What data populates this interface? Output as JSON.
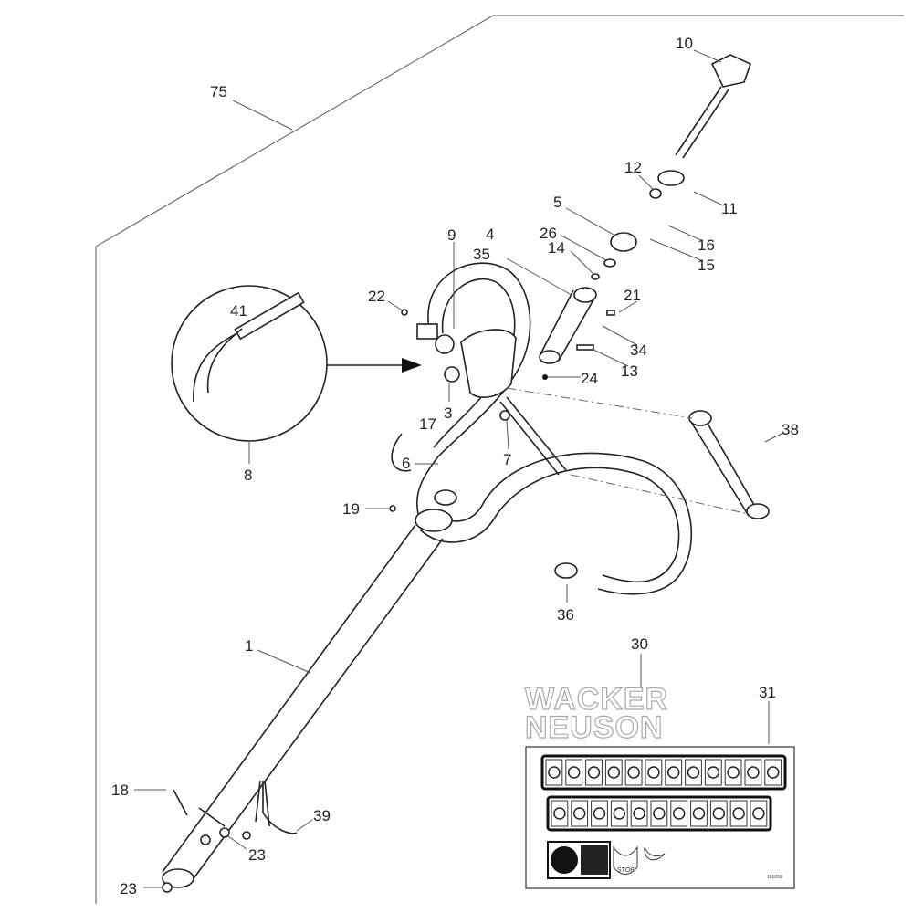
{
  "diagram": {
    "callouts": {
      "c75": "75",
      "c10": "10",
      "c12": "12",
      "c11": "11",
      "c5": "5",
      "c16": "16",
      "c15": "15",
      "c26": "26",
      "c14": "14",
      "c4": "4",
      "c35": "35",
      "c9": "9",
      "c22": "22",
      "c21": "21",
      "c34": "34",
      "c13": "13",
      "c24": "24",
      "c41": "41",
      "c3": "3",
      "c17": "17",
      "c38": "38",
      "c6": "6",
      "c7": "7",
      "c8": "8",
      "c19": "19",
      "c36": "36",
      "c30": "30",
      "c31": "31",
      "c1": "1",
      "c18": "18",
      "c39": "39",
      "c23a": "23",
      "c23b": "23"
    },
    "logo": {
      "line1": "WACKER",
      "line2": "NEUSON"
    },
    "decal": {
      "stop_text": "STOP",
      "drawing_number": "161059"
    }
  }
}
